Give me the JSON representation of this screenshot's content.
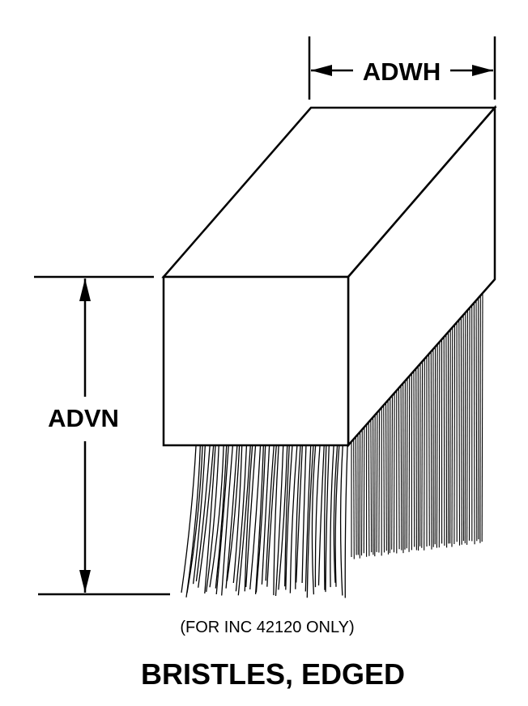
{
  "labels": {
    "width_dim": "ADWH",
    "height_dim": "ADVN",
    "note": "(FOR INC 42120 ONLY)",
    "title": "BRISTLES, EDGED"
  }
}
